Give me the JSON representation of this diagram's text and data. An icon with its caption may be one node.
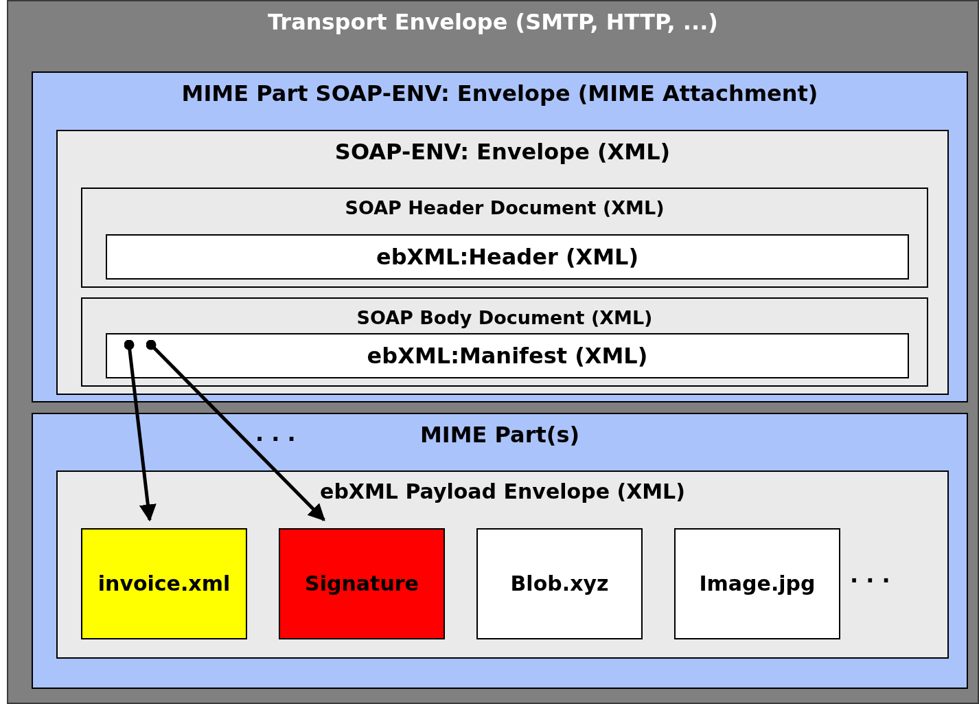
{
  "diagram": {
    "nodes": [
      {
        "text": [
          "Transport Envelope (SMTP, HTTP, ...)"
        ]
      },
      {
        "text": [
          "MIME Part SOAP-ENV: Envelope (MIME Attachment)"
        ],
        "in": 0
      },
      {
        "text": [
          "SOAP-ENV: Envelope (XML)"
        ],
        "in": 1
      },
      {
        "text": [
          "SOAP Header Document (XML)"
        ],
        "in": 2
      },
      {
        "text": [
          "ebXML:Header (XML)"
        ],
        "in": 3
      },
      {
        "text": [
          "SOAP Body Document (XML)"
        ],
        "in": 2
      },
      {
        "text": [
          "ebXML:Manifest (XML)"
        ],
        "in": 5
      },
      {
        "text": [
          "MIME Part(s)"
        ],
        "in": 0
      },
      {
        "text": [
          "ebXML Payload Envelope (XML)"
        ],
        "in": 7
      },
      {
        "text": [
          "invoice.xml"
        ],
        "in": 8
      },
      {
        "text": [
          "Signature"
        ],
        "in": 8
      },
      {
        "text": [
          "Blob.xyz"
        ],
        "in": 8
      },
      {
        "text": [
          "Image.jpg"
        ],
        "in": 8
      }
    ],
    "edges": [
      {
        "from": 6,
        "to": 9,
        "arrow": "to"
      },
      {
        "from": 6,
        "to": 10,
        "arrow": "to"
      }
    ],
    "labels": [
      ". . .",
      ". . ."
    ]
  }
}
